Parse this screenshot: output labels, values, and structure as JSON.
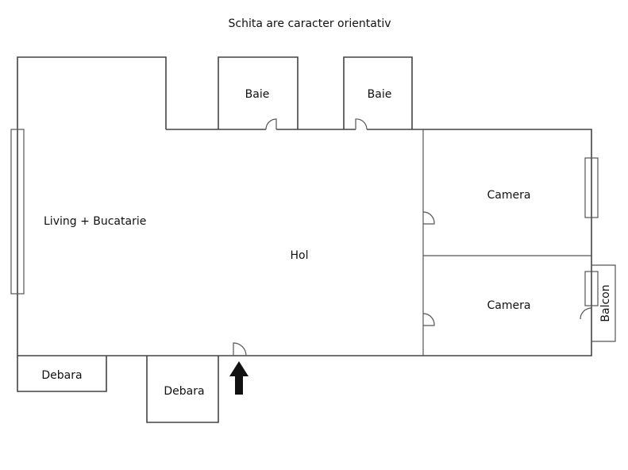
{
  "title": "Schita are caracter orientativ",
  "rooms": {
    "living": "Living + Bucatarie",
    "hol": "Hol",
    "baie_1": "Baie",
    "baie_2": "Baie",
    "camera_1": "Camera",
    "camera_2": "Camera",
    "balcon": "Balcon",
    "debara_1": "Debara",
    "debara_2": "Debara"
  },
  "colors": {
    "walls": "#444444",
    "arrow": "#111111"
  }
}
